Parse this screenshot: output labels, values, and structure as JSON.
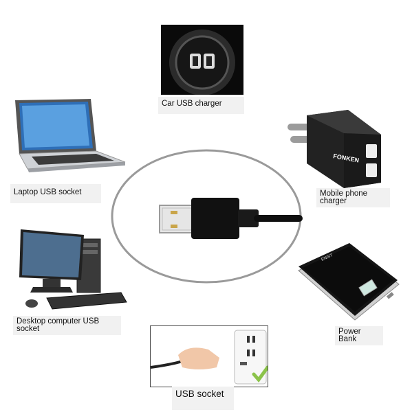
{
  "center": {
    "image": "usb-cable-plug-icon"
  },
  "devices": {
    "car_charger": {
      "label": "Car USB charger",
      "icon": "car-usb-charger-icon"
    },
    "laptop": {
      "label": "Laptop USB socket",
      "icon": "laptop-icon"
    },
    "mobile_charger": {
      "label": "Mobile phone charger",
      "brand": "FONKEN",
      "icon": "wall-charger-icon"
    },
    "desktop": {
      "label": "Desktop computer USB socket",
      "icon": "desktop-computer-icon"
    },
    "power_bank": {
      "label": "Power Bank",
      "brand": "ENIST",
      "icon": "power-bank-icon"
    },
    "wall_socket": {
      "label": "USB socket",
      "icon": "usb-wall-socket-icon"
    }
  },
  "colors": {
    "circle_stroke": "#9a9a9a",
    "label_bg": "#f1f1f1",
    "check": "#8bc34a"
  }
}
